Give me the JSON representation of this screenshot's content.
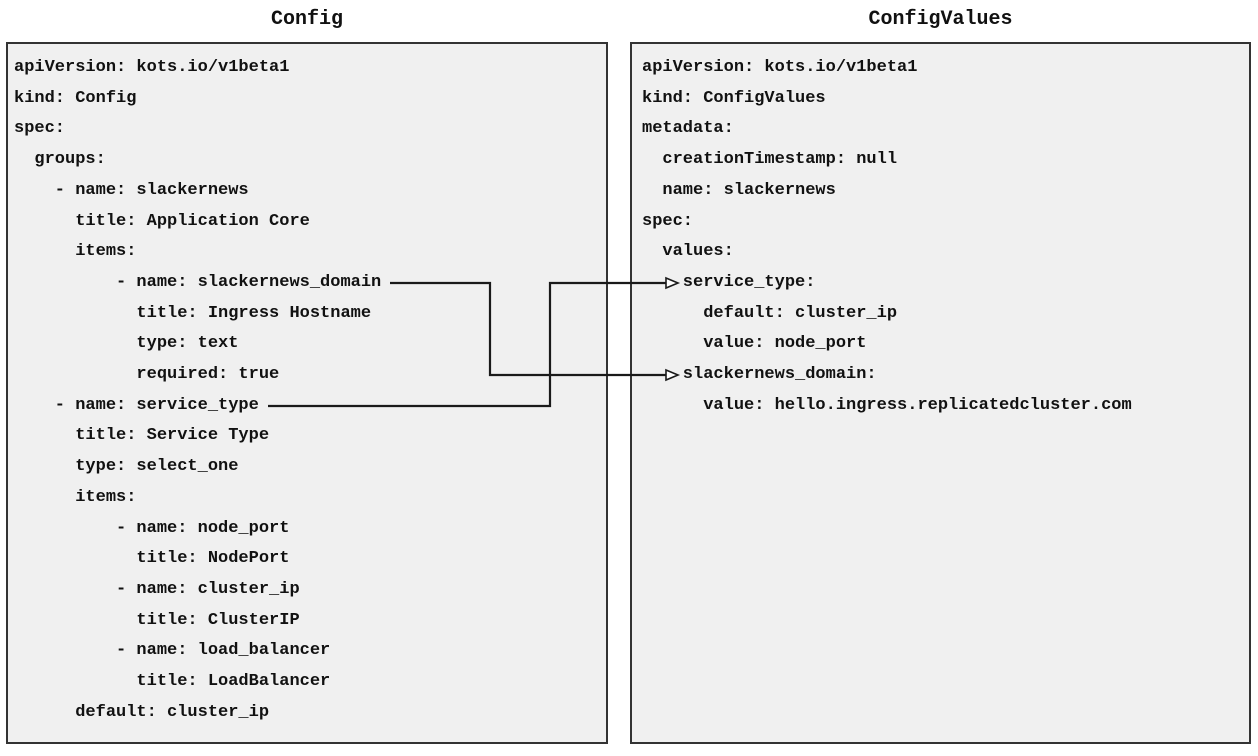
{
  "diagram": {
    "left": {
      "title": "Config",
      "lines": [
        "apiVersion: kots.io/v1beta1",
        "kind: Config",
        "spec:",
        "  groups:",
        "    - name: slackernews",
        "      title: Application Core",
        "      items:",
        "          - name: slackernews_domain",
        "            title: Ingress Hostname",
        "            type: text",
        "            required: true",
        "    - name: service_type",
        "      title: Service Type",
        "      type: select_one",
        "      items:",
        "          - name: node_port",
        "            title: NodePort",
        "          - name: cluster_ip",
        "            title: ClusterIP",
        "          - name: load_balancer",
        "            title: LoadBalancer",
        "      default: cluster_ip"
      ]
    },
    "right": {
      "title": "ConfigValues",
      "lines": [
        "apiVersion: kots.io/v1beta1",
        "kind: ConfigValues",
        "metadata:",
        "  creationTimestamp: null",
        "  name: slackernews",
        "spec:",
        "  values:",
        "    service_type:",
        "      default: cluster_ip",
        "      value: node_port",
        "    slackernews_domain:",
        "      value: hello.ingress.replicatedcluster.com"
      ]
    },
    "connections": [
      {
        "from": "Config item name: slackernews_domain",
        "to": "ConfigValues value key: slackernews_domain"
      },
      {
        "from": "Config item name: service_type",
        "to": "ConfigValues value key: service_type"
      }
    ],
    "colors": {
      "page_bg": "#ffffff",
      "panel_bg": "#f0f0f0",
      "panel_border": "#333333",
      "text": "#111111",
      "connector": "#1a1a1a",
      "arrowhead_fill": "#ffffff"
    }
  }
}
